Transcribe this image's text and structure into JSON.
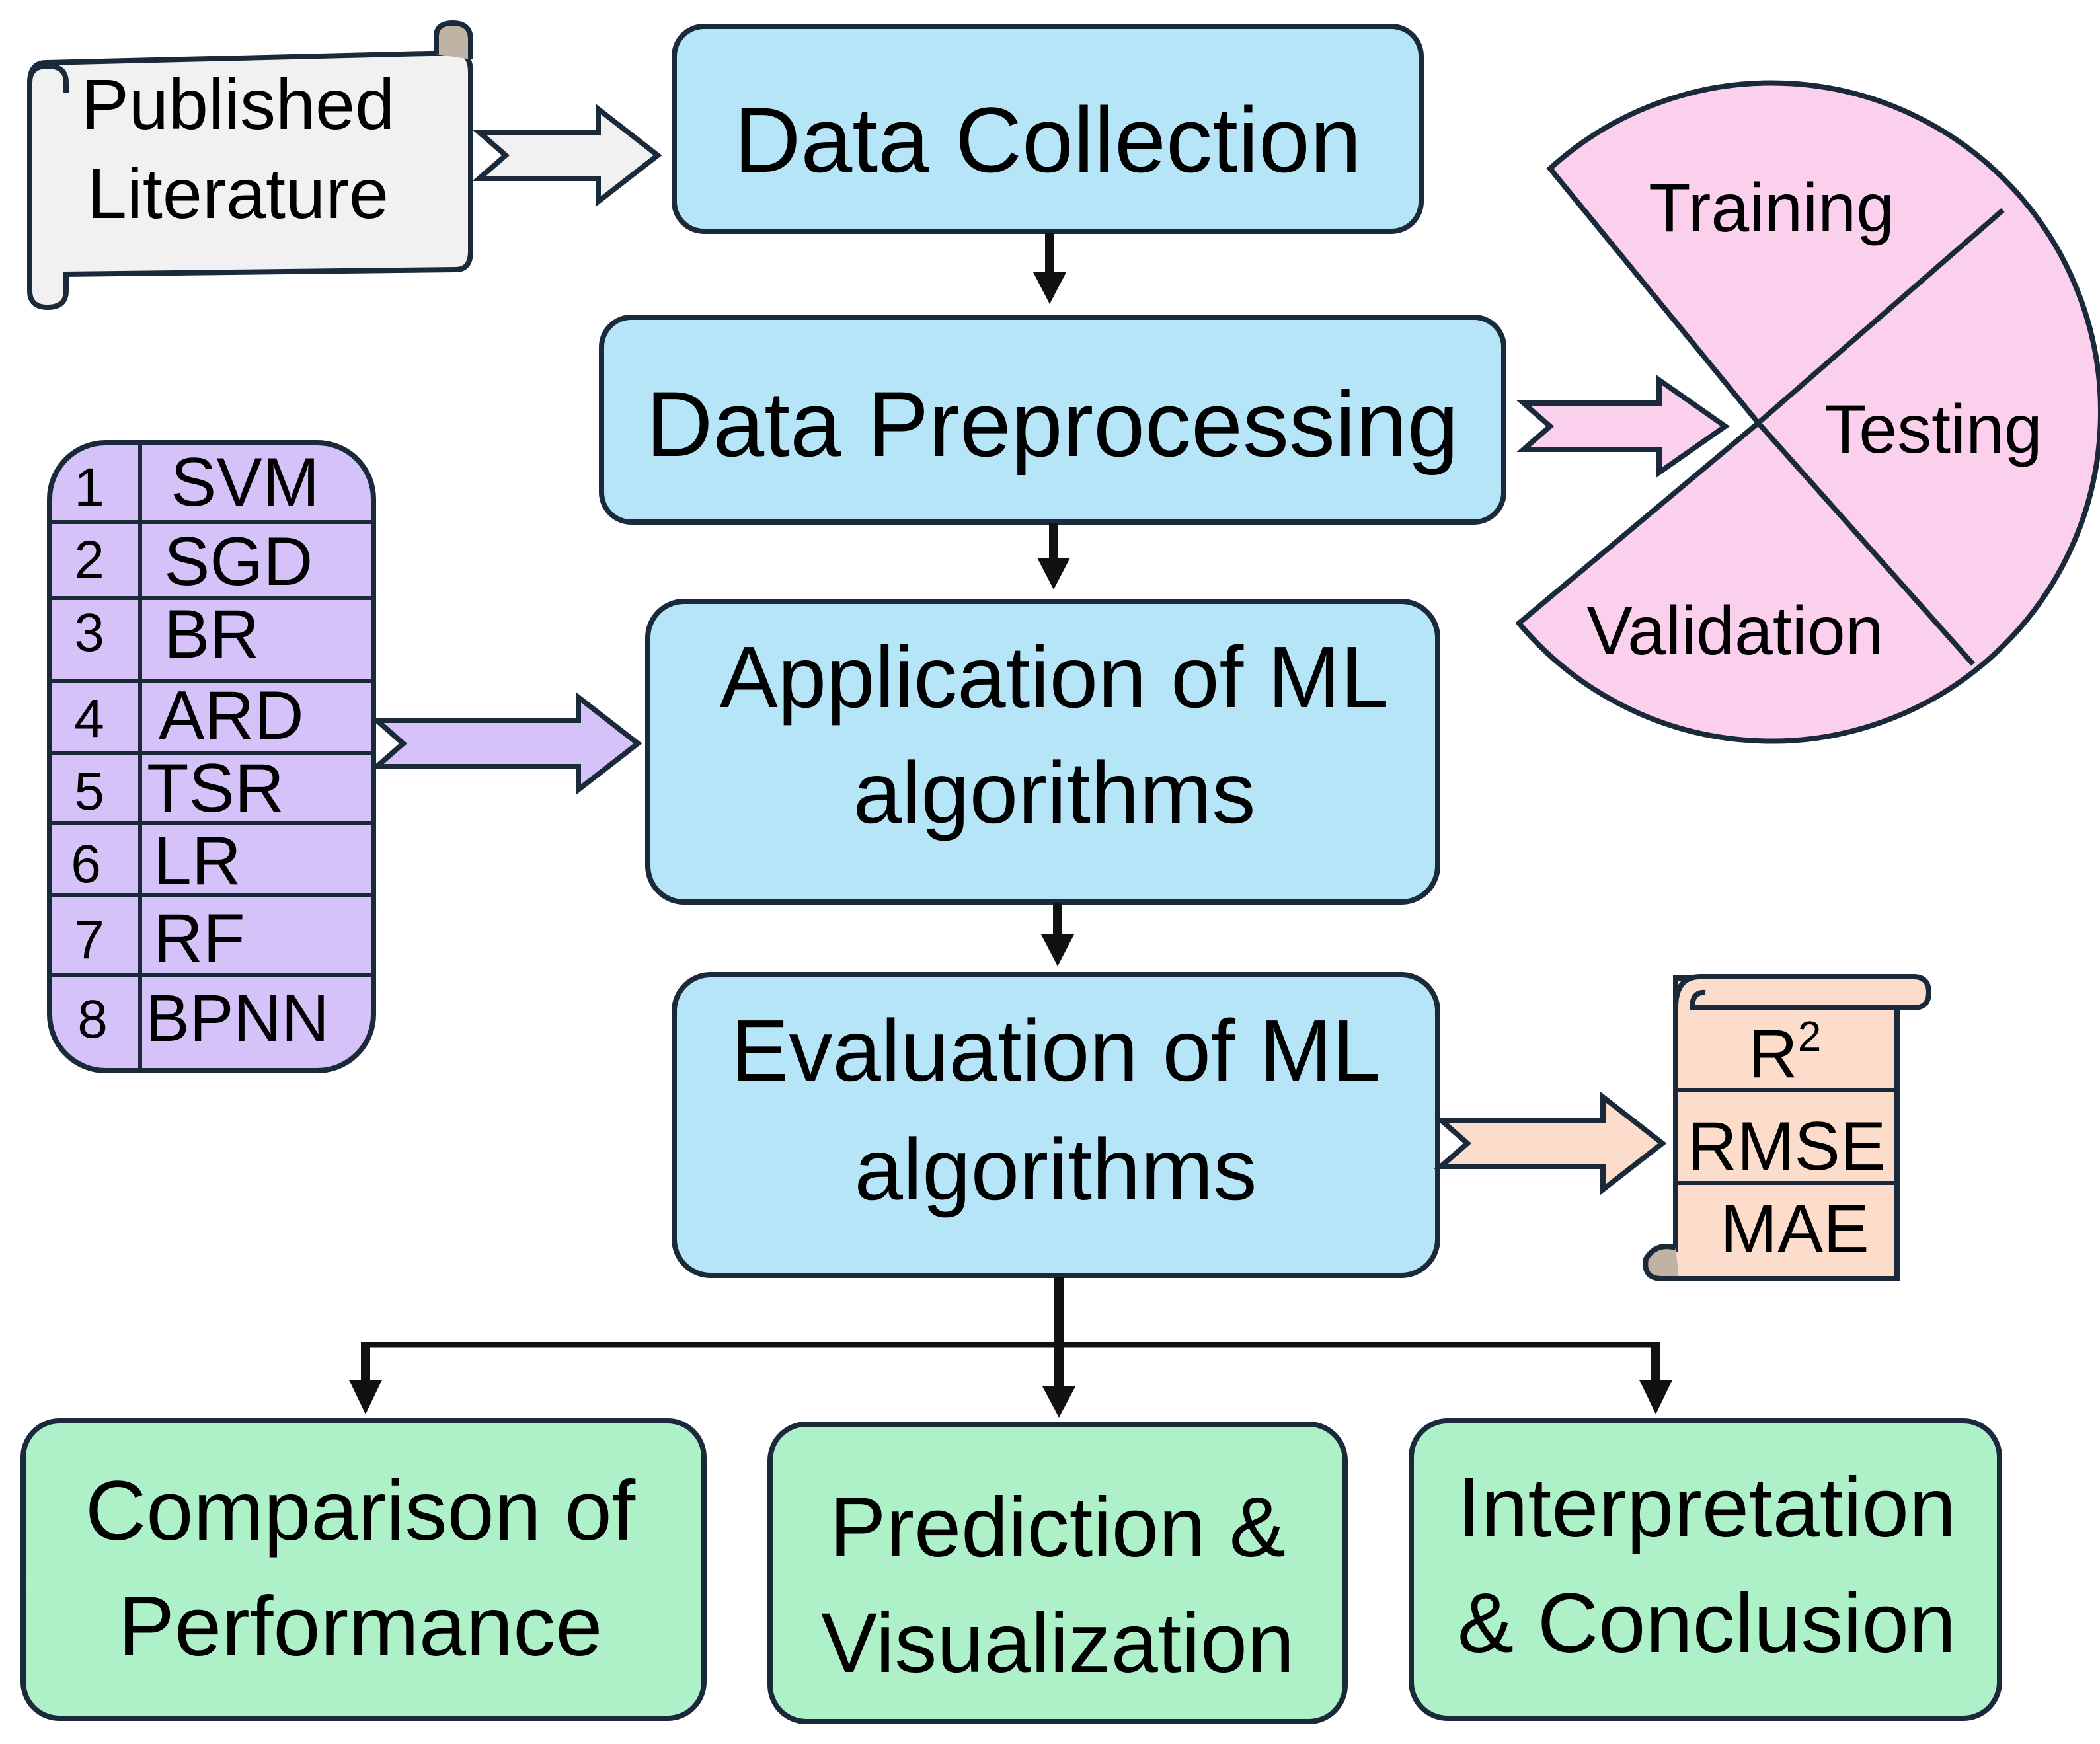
{
  "source": {
    "line1": "Published",
    "line2": "Literature"
  },
  "steps": {
    "collection": "Data Collection",
    "preprocessing": "Data Preprocessing",
    "application": {
      "line1": "Application of ML",
      "line2": "algorithms"
    },
    "evaluation": {
      "line1": "Evaluation of ML",
      "line2": "algorithms"
    }
  },
  "split": {
    "training": "Training",
    "testing": "Testing",
    "validation": "Validation"
  },
  "algorithms": [
    {
      "num": "1",
      "name": "SVM"
    },
    {
      "num": "2",
      "name": "SGD"
    },
    {
      "num": "3",
      "name": "BR"
    },
    {
      "num": "4",
      "name": "ARD"
    },
    {
      "num": "5",
      "name": "TSR"
    },
    {
      "num": "6",
      "name": "LR"
    },
    {
      "num": "7",
      "name": "RF"
    },
    {
      "num": "8",
      "name": "BPNN"
    }
  ],
  "metrics": {
    "r2_base": "R",
    "r2_sup": "2",
    "rmse": "RMSE",
    "mae": "MAE"
  },
  "outcomes": {
    "comparison": {
      "line1": "Comparison of",
      "line2": "Performance"
    },
    "prediction": {
      "line1": "Prediction &",
      "line2": "Visualization"
    },
    "interpretation": {
      "line1": "Interpretation",
      "line2": "& Conclusion"
    }
  },
  "colors": {
    "process_fill": "#b5e5f6",
    "outcome_fill": "#aef0c8",
    "algorithm_fill": "#d4c2f8",
    "split_fill": "#fbd0ec",
    "metric_fill": "#fcdccb",
    "scroll_fill": "#f1f1f1",
    "stroke": "#1a2a3a"
  }
}
